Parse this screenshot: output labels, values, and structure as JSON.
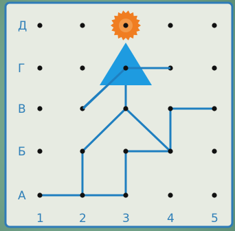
{
  "grid": {
    "row_labels": [
      "А",
      "Б",
      "В",
      "Г",
      "Д"
    ],
    "column_labels": [
      "1",
      "2",
      "3",
      "4",
      "5"
    ]
  },
  "figure": {
    "path": [
      [
        "1",
        "А"
      ],
      [
        "2",
        "А"
      ],
      [
        "3",
        "А"
      ],
      [
        "3",
        "Б"
      ],
      [
        "4",
        "Б"
      ],
      [
        "3",
        "В"
      ],
      [
        "2",
        "Б"
      ],
      [
        "2",
        "А"
      ]
    ],
    "extra_segments": [
      [
        [
          "3",
          "В"
        ],
        [
          "3",
          "Г"
        ]
      ],
      [
        [
          "2",
          "В"
        ],
        [
          "3",
          "Г"
        ]
      ],
      [
        [
          "3",
          "Г"
        ],
        [
          "4",
          "Г"
        ]
      ],
      [
        [
          "4",
          "Б"
        ],
        [
          "4",
          "В"
        ]
      ],
      [
        [
          "4",
          "В"
        ],
        [
          "5",
          "В"
        ]
      ]
    ],
    "hat_triangle_color": "#1e9be0",
    "pompom_color": "#f07d21",
    "line_color": "#1f7fc0"
  },
  "colors": {
    "panel": "#e7ebe2",
    "frame": "#2e7bb8",
    "dot": "#111111",
    "label": "#2f7fb8"
  }
}
